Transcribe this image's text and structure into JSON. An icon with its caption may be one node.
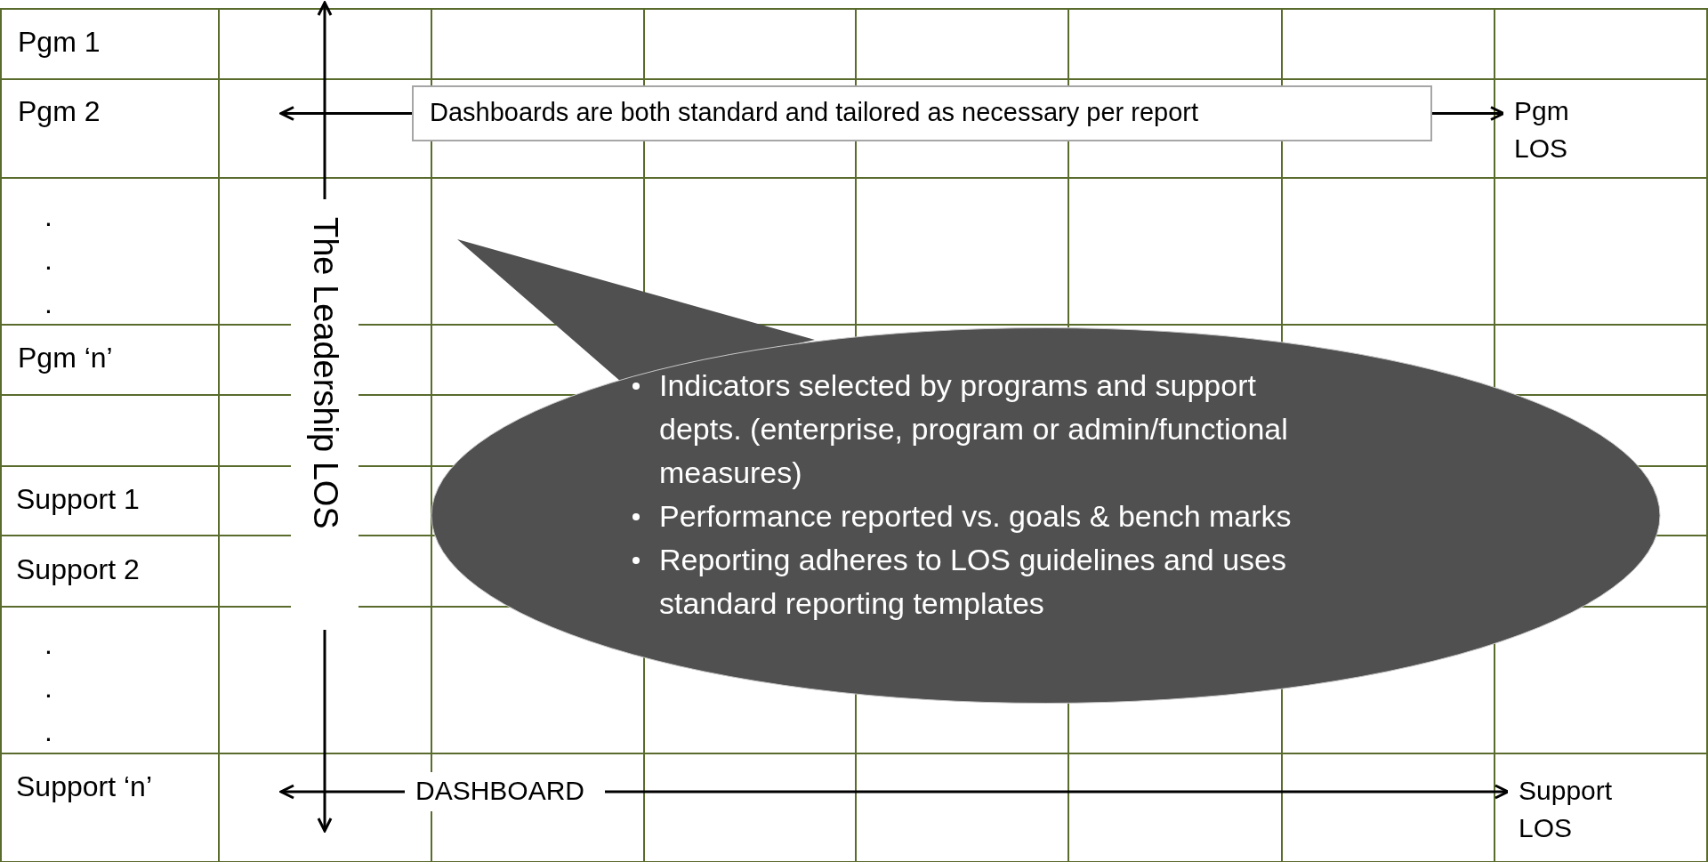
{
  "diagram": {
    "nodes": [
      {
        "text": [
          "Dashboards are both standard and tailored as necessary per report"
        ]
      },
      {
        "text": [
          "Pgm LOS"
        ]
      },
      {
        "text": [
          "The Leadership LOS"
        ]
      },
      {
        "text": [
          "DASHBOARD"
        ]
      },
      {
        "text": [
          "Support LOS"
        ]
      },
      {
        "text": [
          "Indicators selected by programs and support depts. (enterprise, program or  admin/functional measures)",
          "Performance reported vs. goals & bench marks",
          "Reporting adheres to LOS guidelines and uses standard reporting templates"
        ]
      }
    ],
    "edges": [
      {
        "from": 0,
        "to": null,
        "arrow": "to"
      },
      {
        "from": 0,
        "to": 1,
        "arrow": "to"
      },
      {
        "from": 2,
        "to": null,
        "arrow": "to"
      },
      {
        "from": 2,
        "to": null,
        "arrow": "to"
      },
      {
        "from": 3,
        "to": null,
        "arrow": "to"
      },
      {
        "from": 3,
        "to": 4,
        "arrow": "to"
      }
    ],
    "labels": [
      "Pgm 1",
      "Pgm 2",
      ".",
      ".",
      ".",
      "Pgm ‘n’",
      "Support 1",
      "Support 2",
      ".",
      ".",
      ".",
      "Support ‘n’"
    ]
  }
}
